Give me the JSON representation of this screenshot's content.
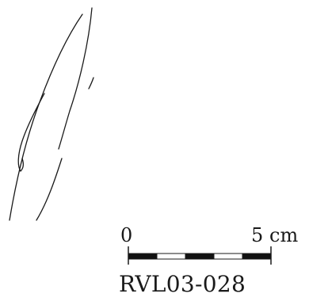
{
  "scale_bar": {
    "start_label": "0",
    "end_label": "5",
    "unit_label": "cm",
    "segment_colors": [
      "#111111",
      "#ffffff",
      "#111111",
      "#ffffff",
      "#111111"
    ]
  },
  "caption": {
    "catalog_id": "RVL03-028"
  },
  "colors": {
    "ink": "#1a1a1a",
    "background": "#ffffff"
  }
}
